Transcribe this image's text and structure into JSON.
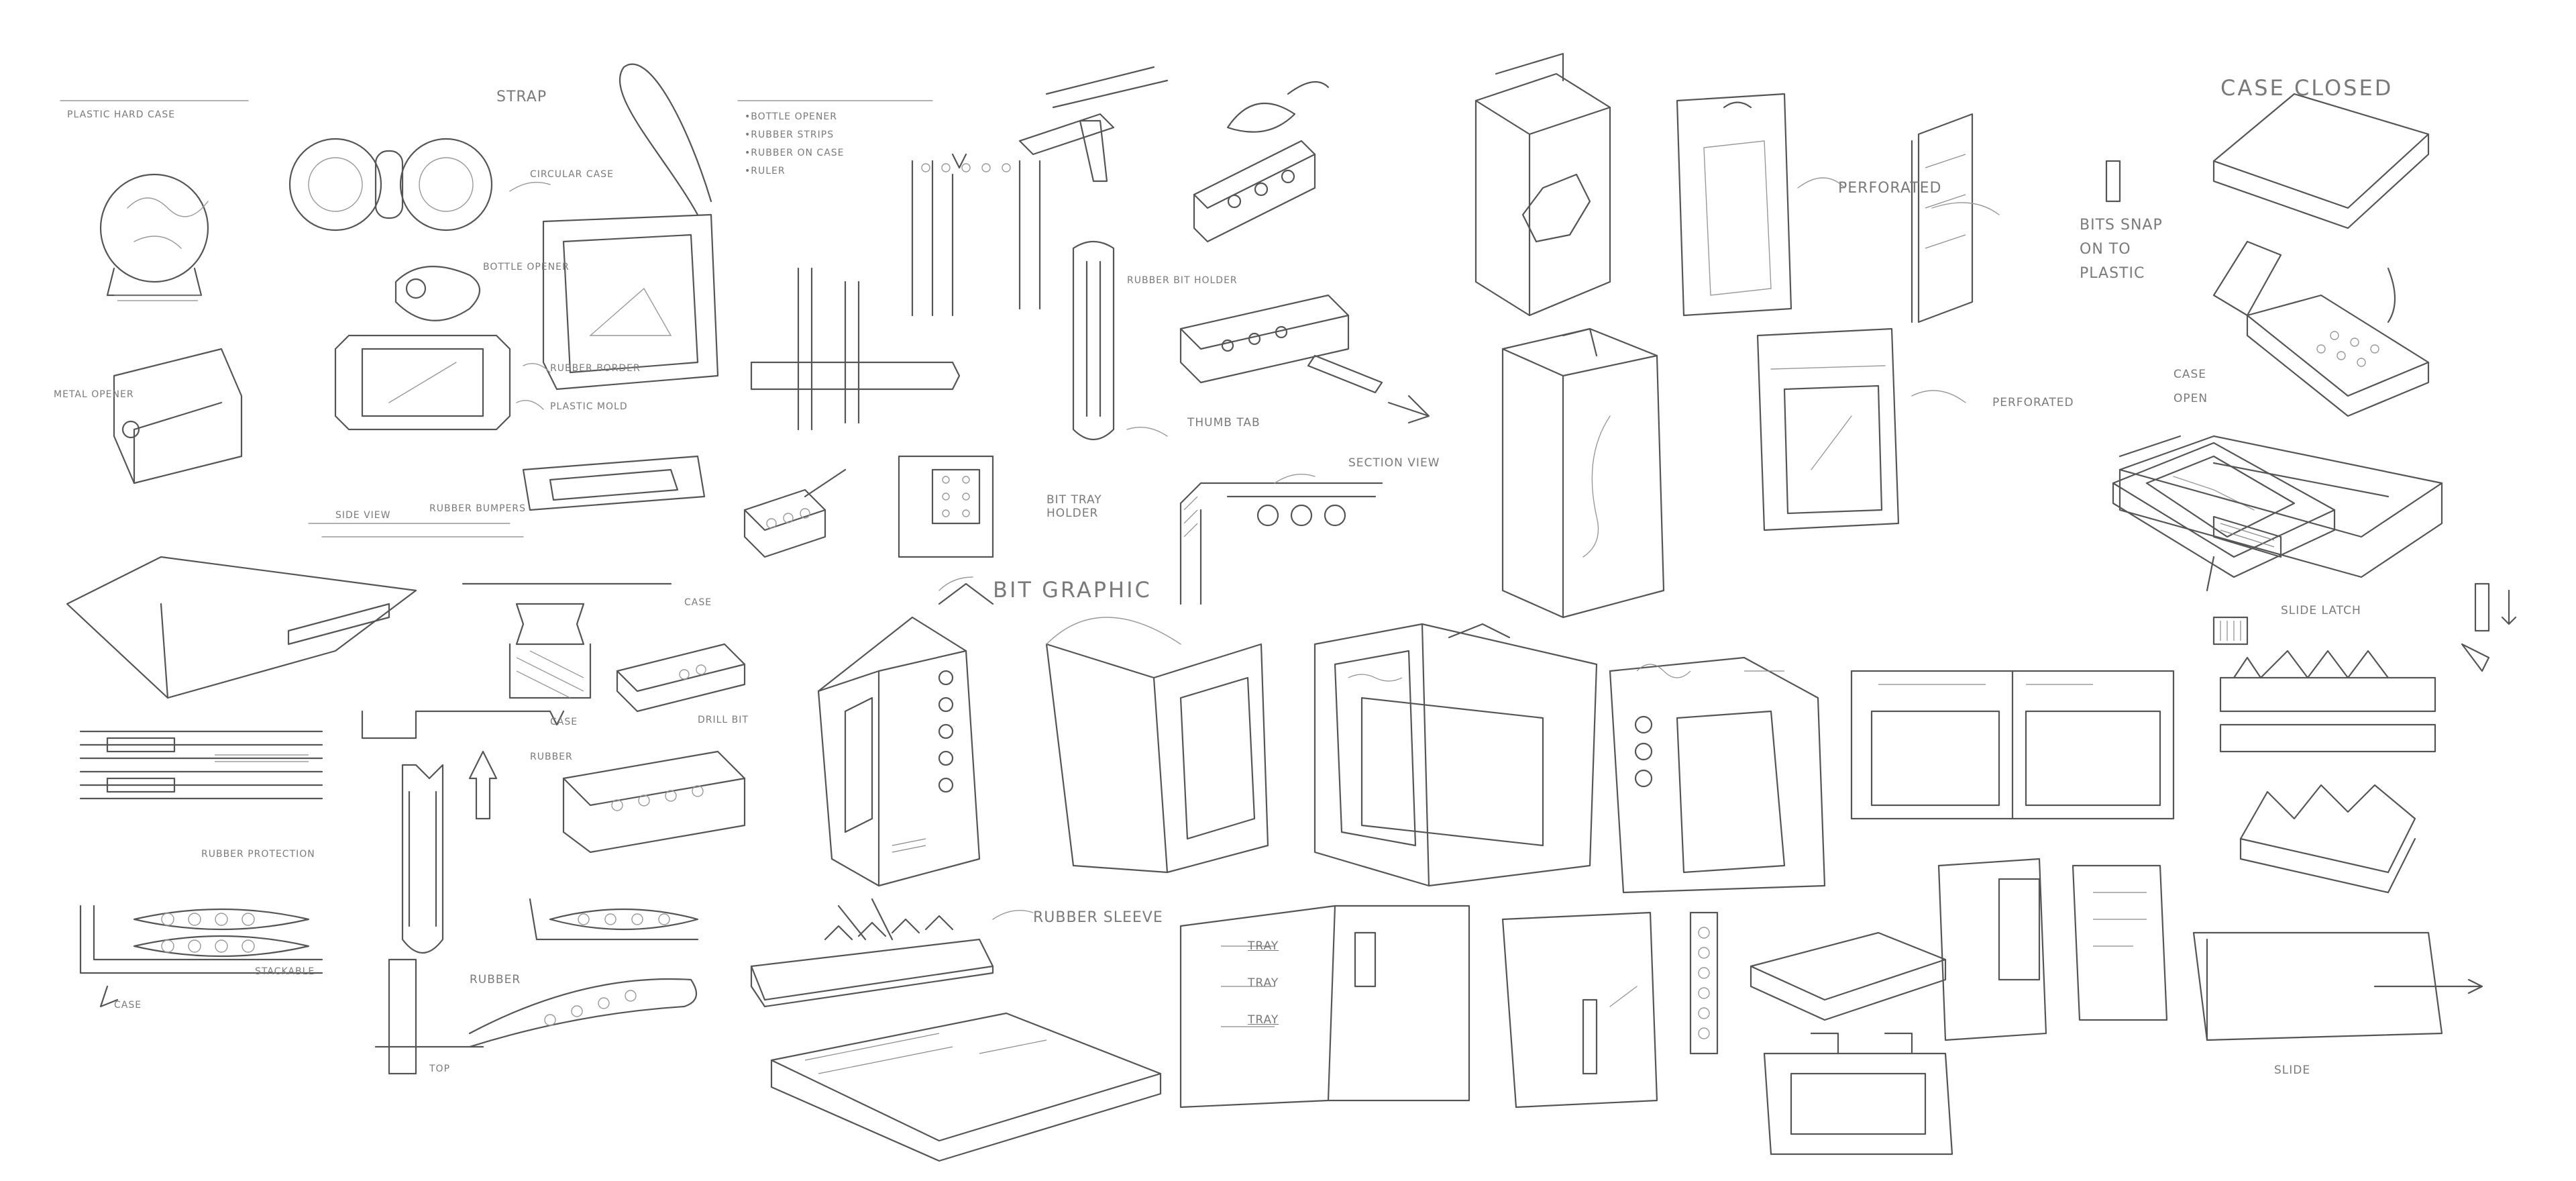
{
  "labels": {
    "plastic_hard_case": "plastic hard case",
    "metal_opener": "metal opener",
    "strap": "strap",
    "circular_case": "circular case",
    "bottle_opener": "bottle opener",
    "rubber_border": "rubber border",
    "plastic_mold": "plastic mold",
    "side_view": "side view",
    "rubber_bumpers": "rubber bumpers",
    "bottle_opener_list": "bottle opener",
    "rubber_strips": "rubber strips",
    "rubber_on_case": "rubber on case",
    "ruler": "ruler",
    "rubber_bit_holder": "rubber bit holder",
    "thumb_tab": "thumb tab",
    "bit_tray_holder": "bit tray holder",
    "section_view": "section view",
    "perforated_top": "perforated",
    "bits_snap_onto_plastic": "bits snap on to plastic",
    "case_closed": "case closed",
    "case_open": "case open",
    "perforated_mid": "perforated",
    "slide_latch": "slide latch",
    "case_profile": "case",
    "rubber_protection": "rubber protection",
    "stackable": "stackable",
    "case_stack": "case",
    "case_clip": "case",
    "drill_bit": "drill bit",
    "rubber_clip": "rubber",
    "rubber_bar": "rubber",
    "top": "top",
    "bit_graphic": "bit graphic",
    "rubber_sleeve": "rubber sleeve",
    "tray_1": "tray",
    "tray_2": "tray",
    "tray_3": "tray",
    "slide": "slide"
  },
  "icons": {
    "brand_script": "brand-script-logo",
    "pointer_arrow": "pointer-arrow-icon"
  },
  "colors": {
    "paper": "#ffffff",
    "pencil": "#555555",
    "pencil_light": "#999999"
  }
}
